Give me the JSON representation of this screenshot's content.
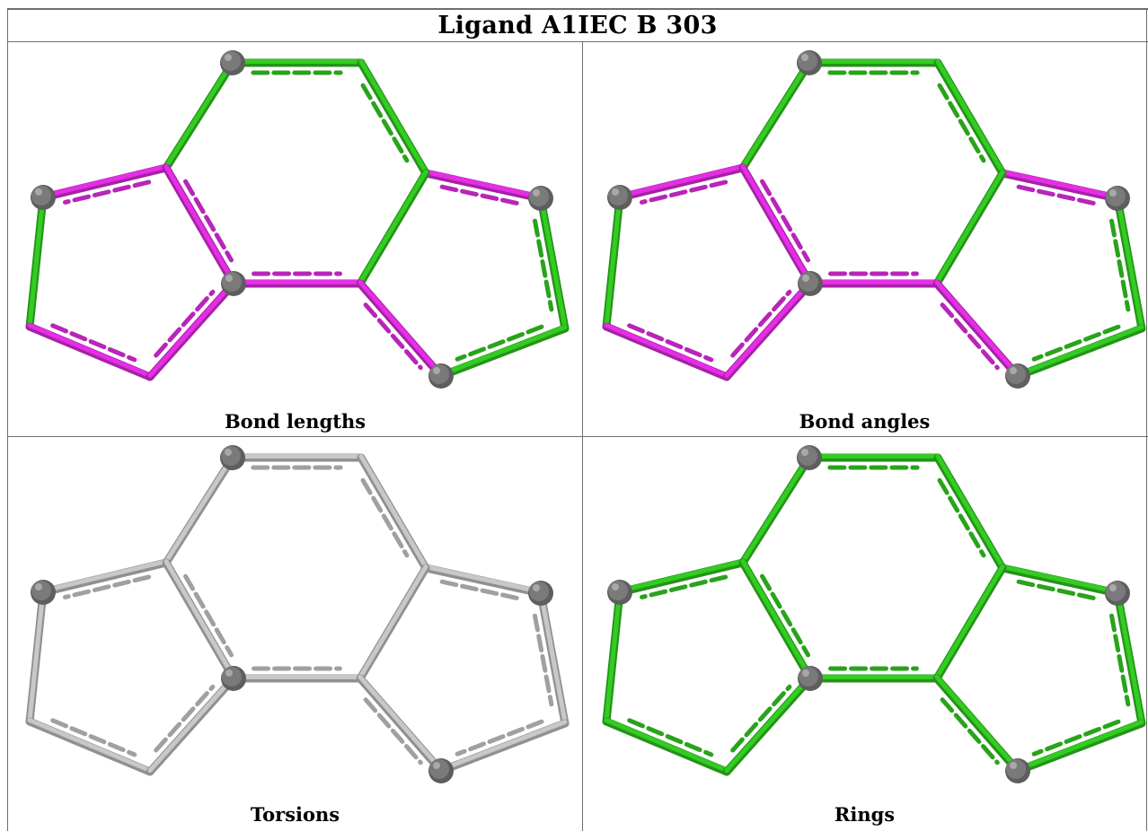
{
  "title": "Ligand A1IEC B 303",
  "panels": [
    {
      "caption": "Bond lengths",
      "colors": {
        "a": "#e62ee6",
        "b": "#33cc22"
      }
    },
    {
      "caption": "Bond angles",
      "colors": {
        "a": "#e62ee6",
        "b": "#33cc22"
      }
    },
    {
      "caption": "Torsions",
      "colors": {
        "a": "#c8c8c8",
        "b": "#c8c8c8"
      }
    },
    {
      "caption": "Rings",
      "colors": {
        "a": "#33cc22",
        "b": "#33cc22"
      }
    }
  ],
  "atom_color": "#7a7a7a"
}
